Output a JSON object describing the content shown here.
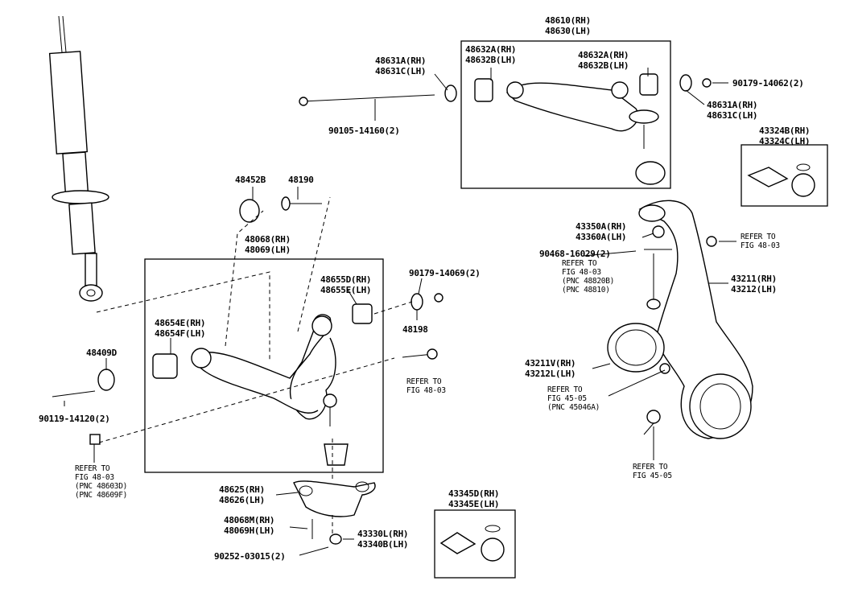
{
  "diagram": {
    "labels": {
      "upper_arm_rh": "48610(RH)",
      "upper_arm_lh": "48630(LH)",
      "bush_48632_rh_left": "48632A(RH)",
      "bush_48632_lh_left": "48632B(LH)",
      "bush_48632_rh_right": "48632A(RH)",
      "bush_48632_lh_right": "48632B(LH)",
      "washer_48631_rh_left": "48631A(RH)",
      "washer_48631_lh_left": "48631C(LH)",
      "washer_48631_rh_right": "48631A(RH)",
      "washer_48631_lh_right": "48631C(LH)",
      "nut_90179_14062": "90179-14062(2)",
      "bolt_90105_14160": "90105-14160(2)",
      "kit_43324b_rh": "43324B(RH)",
      "kit_43324c_lh": "43324C(LH)",
      "cam_48452b": "48452B",
      "bolt_48190": "48190",
      "lower_arm_rh": "48068(RH)",
      "lower_arm_lh": "48069(LH)",
      "bush_48655d_rh": "48655D(RH)",
      "bush_48655e_lh": "48655E(LH)",
      "nut_90179_14069": "90179-14069(2)",
      "bush_48654e_rh": "48654E(RH)",
      "bush_48654f_lh": "48654F(LH)",
      "cam_48198": "48198",
      "cam_48409d": "48409D",
      "refer_48_03_a_1": "REFER TO",
      "refer_48_03_a_2": "FIG 48-03",
      "bolt_90119_14120": "90119-14120(2)",
      "refer_48_03_b_1": "REFER TO",
      "refer_48_03_b_2": "FIG 48-03",
      "refer_48_03_b_3": "(PNC 48603D)",
      "refer_48_03_b_4": "(PNC 48609F)",
      "ball_joint_rh": "48625(RH)",
      "ball_joint_lh": "48626(LH)",
      "bolt_48068m_rh": "48068M(RH)",
      "bolt_48069h_lh": "48069H(LH)",
      "nut_43330l_rh": "43330L(RH)",
      "nut_43340b_lh": "43340B(LH)",
      "pin_90252_03015": "90252-03015(2)",
      "kit_43345d_rh": "43345D(RH)",
      "kit_43345e_lh": "43345E(LH)",
      "nut_43350a_rh": "43350A(RH)",
      "nut_43360a_lh": "43360A(LH)",
      "pin_90468_16029": "90468-16029(2)",
      "refer_48_03_c_1": "REFER TO",
      "refer_48_03_c_2": "FIG 48-03",
      "refer_48_03_c_3": "(PNC 48820B)",
      "refer_48_03_c_4": "(PNC 48810)",
      "refer_48_03_d_1": "REFER TO",
      "refer_48_03_d_2": "FIG 48-03",
      "knuckle_rh": "43211(RH)",
      "knuckle_lh": "43212(LH)",
      "seal_43211v_rh": "43211V(RH)",
      "seal_43212l_lh": "43212L(LH)",
      "refer_45_05_a_1": "REFER TO",
      "refer_45_05_a_2": "FIG 45-05",
      "refer_45_05_a_3": "(PNC 45046A)",
      "refer_45_05_b_1": "REFER TO",
      "refer_45_05_b_2": "FIG 45-05"
    }
  }
}
